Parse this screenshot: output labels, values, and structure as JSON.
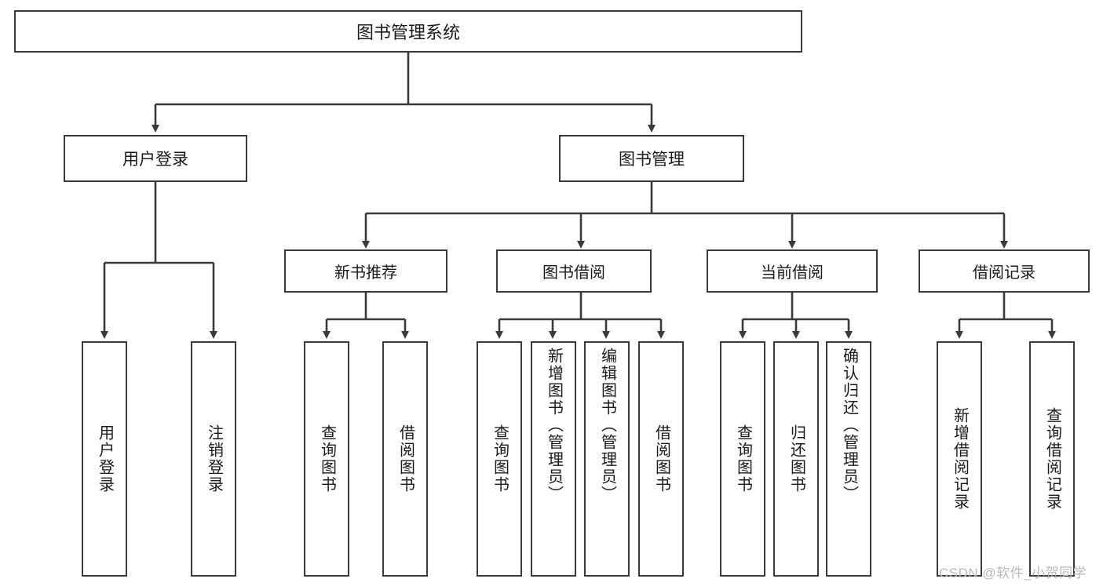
{
  "diagram": {
    "type": "hierarchy-tree",
    "title": "图书管理系统",
    "watermark": "CSDN @软件_小贺同学",
    "nodes": {
      "root": {
        "label": "图书管理系统"
      },
      "level2": [
        {
          "label": "用户登录"
        },
        {
          "label": "图书管理"
        }
      ],
      "level3": [
        {
          "label": "新书推荐"
        },
        {
          "label": "图书借阅"
        },
        {
          "label": "当前借阅"
        },
        {
          "label": "借阅记录"
        }
      ],
      "leaves": {
        "user_login": [
          {
            "label": "用户登录"
          },
          {
            "label": "注销登录"
          }
        ],
        "new_book_recommend": [
          {
            "label": "查询图书"
          },
          {
            "label": "借阅图书"
          }
        ],
        "book_borrow": [
          {
            "label": "查询图书"
          },
          {
            "label": "新增图书（管理员）"
          },
          {
            "label": "编辑图书（管理员）"
          },
          {
            "label": "借阅图书"
          }
        ],
        "current_borrow": [
          {
            "label": "查询图书"
          },
          {
            "label": "归还图书"
          },
          {
            "label": "确认归还（管理员）"
          }
        ],
        "borrow_record": [
          {
            "label": "新增借阅记录"
          },
          {
            "label": "查询借阅记录"
          }
        ]
      }
    },
    "colors": {
      "stroke": "#3a3a3a",
      "fill": "#ffffff",
      "text": "#1a1a1a",
      "watermark": "#b9b9b9"
    }
  }
}
